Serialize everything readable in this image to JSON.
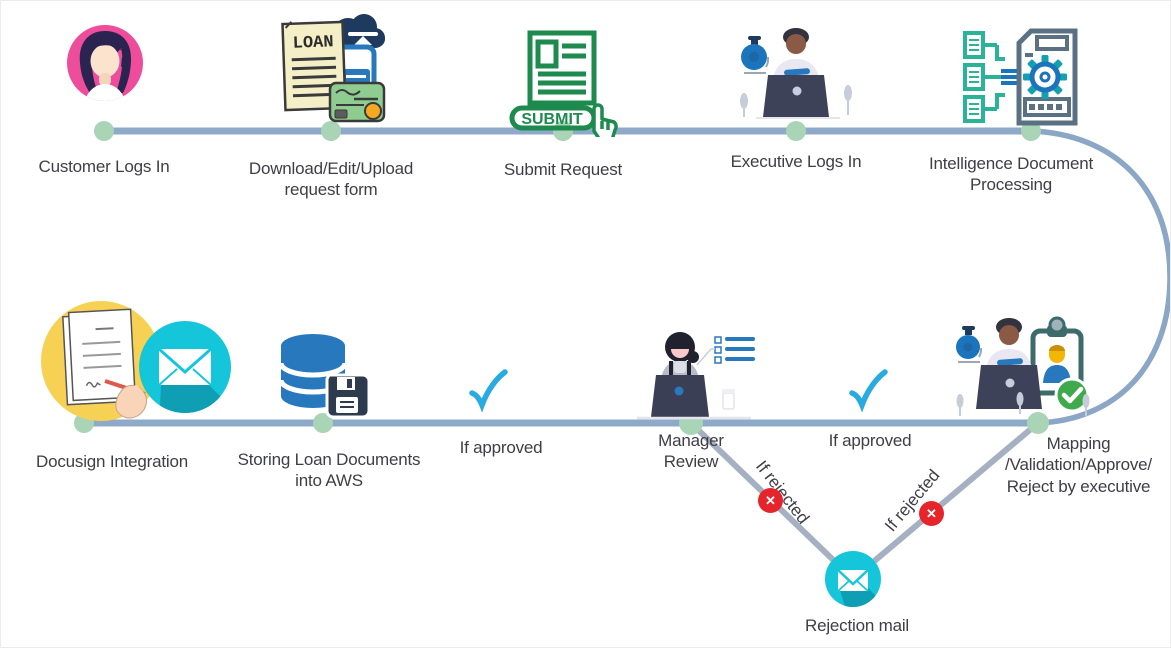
{
  "colors": {
    "timeline": "#8FA9C9",
    "node_dot": "#A9D4B6",
    "branch_line": "#A6B0C3",
    "check_blue": "#29ABE2",
    "reject_red": "#E6242C",
    "mail_cyan": "#15C6DB",
    "label_text": "#3E3E46"
  },
  "nodes": {
    "customer": {
      "label": "Customer Logs In"
    },
    "request_form": {
      "label": "Download/Edit/Upload request form"
    },
    "submit": {
      "label": "Submit Request",
      "button_text": "SUBMIT"
    },
    "executive": {
      "label": "Executive Logs In"
    },
    "idp": {
      "label": "Intelligence Document Processing"
    },
    "docusign": {
      "label": "Docusign Integration"
    },
    "aws": {
      "label": "Storing Loan Documents into AWS"
    },
    "manager": {
      "label": "Manager Review"
    },
    "mapping": {
      "label": "Mapping /Validation/Approve/ Reject by executive"
    },
    "rejection_mail": {
      "label": "Rejection mail"
    }
  },
  "edges": {
    "approved_left": "If approved",
    "approved_right": "If approved",
    "rejected_left": "If rejected",
    "rejected_right": "If rejected"
  },
  "icon_texts": {
    "loan_doc": "LOAN"
  }
}
